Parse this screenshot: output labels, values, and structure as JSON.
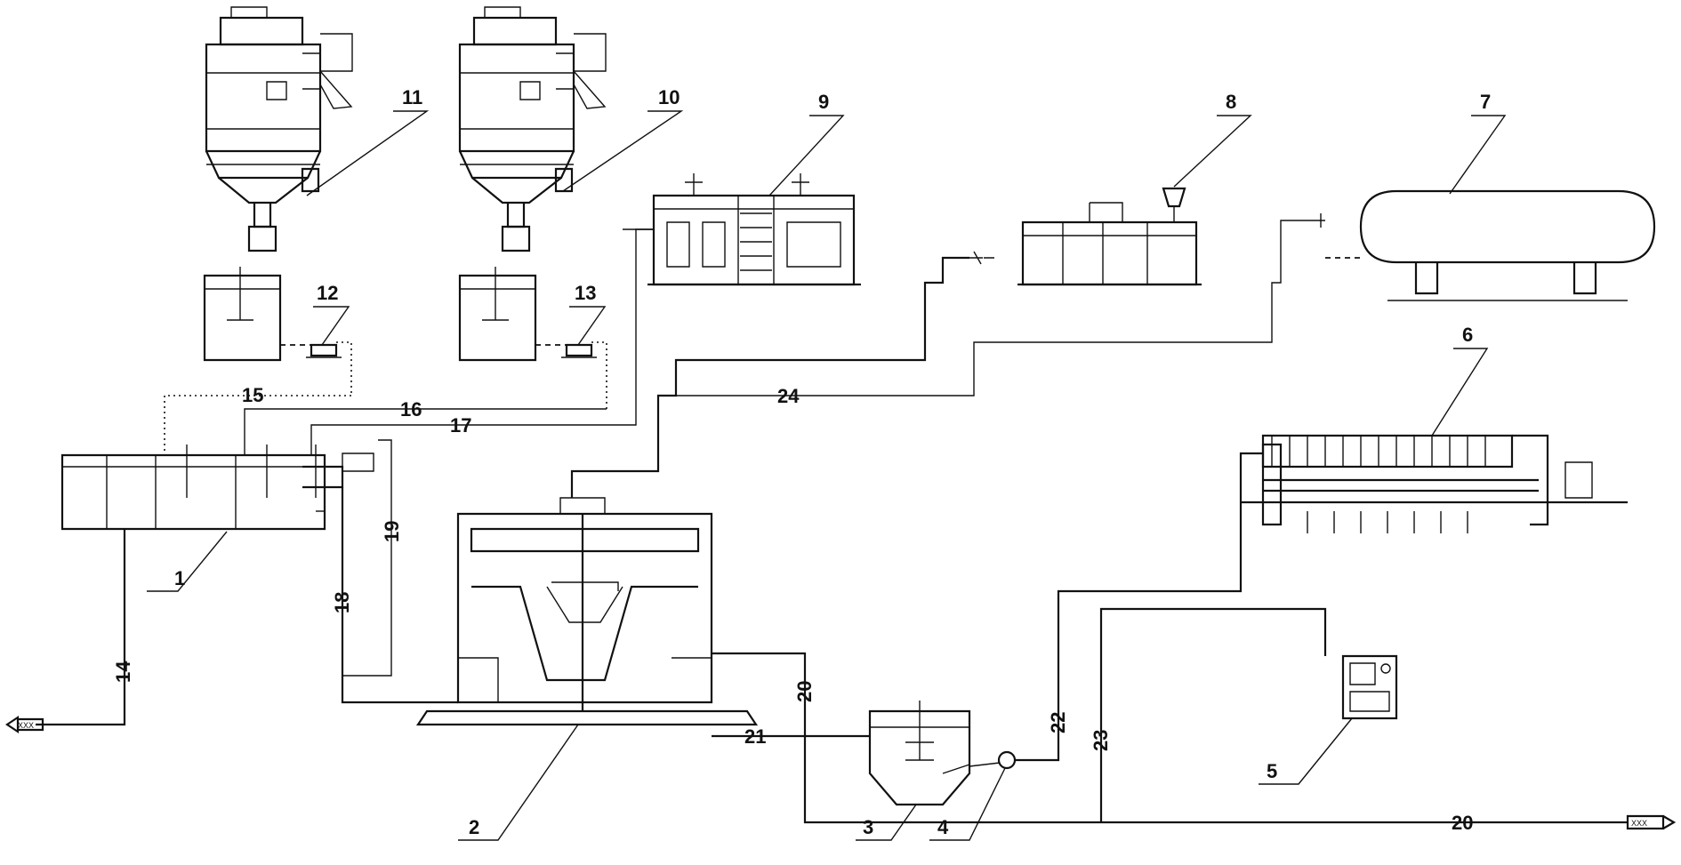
{
  "equipment_labels": {
    "n1": "1",
    "n2": "2",
    "n3": "3",
    "n4": "4",
    "n5": "5",
    "n6": "6",
    "n7": "7",
    "n8": "8",
    "n9": "9",
    "n10": "10",
    "n11": "11",
    "n12": "12",
    "n13": "13"
  },
  "pipe_labels": {
    "p14": "14",
    "p15": "15",
    "p16": "16",
    "p17": "17",
    "p18": "18",
    "p19": "19",
    "p20a": "20",
    "p20b": "20",
    "p21": "21",
    "p22": "22",
    "p23": "23",
    "p24": "24"
  },
  "outlet_marks": {
    "inlet": "XXX",
    "outlet": "XXX"
  }
}
